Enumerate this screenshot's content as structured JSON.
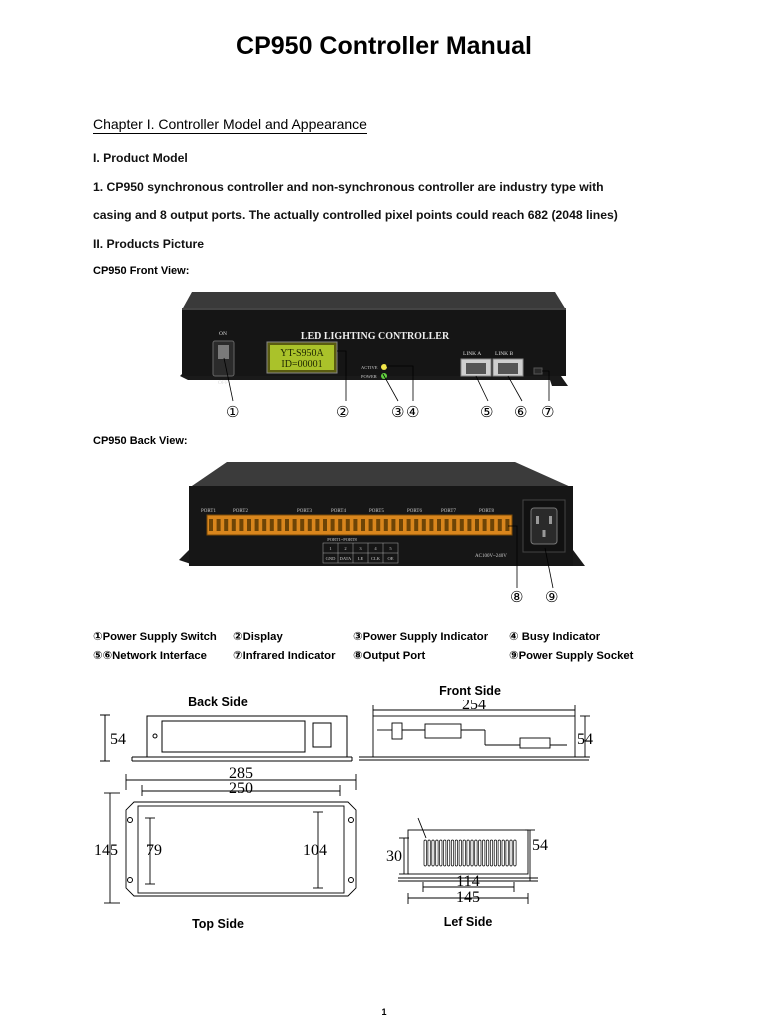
{
  "title": "CP950 Controller Manual",
  "chapter": "Chapter I. Controller Model and Appearance",
  "product_model_heading": "I. Product Model",
  "product_desc_1": "1. CP950 synchronous controller and non-synchronous controller are industry type with",
  "product_desc_2": "casing and 8 output ports. The actually controlled pixel points could reach 682 (2048 lines)",
  "picture_heading": "II. Products Picture",
  "front": {
    "label": "CP950 Front View:",
    "panel_title": "LED LIGHTING CONTROLLER",
    "switch_on": "ON",
    "switch_off": "OFF",
    "lcd_line1": "YT-S950A",
    "lcd_line2": "ID=00001",
    "led_active": "ACTIVE",
    "led_power": "POWER",
    "link_a": "LINK A",
    "link_b": "LINK B",
    "callouts": [
      "①",
      "②",
      "③",
      "④",
      "⑤",
      "⑥",
      "⑦"
    ]
  },
  "back": {
    "label": "CP950 Back View:",
    "ports": [
      "PORT1",
      "PORT2",
      "PORT3",
      "PORT4",
      "PORT5",
      "PORT6",
      "PORT7",
      "PORT8"
    ],
    "pin_header": "PORT1~PORT8",
    "pin_numbers": [
      "1",
      "2",
      "3",
      "4",
      "5"
    ],
    "pin_names": [
      "GND",
      "DATA",
      "LE",
      "CLK",
      "OE"
    ],
    "voltage": "AC100V~240V",
    "callouts": [
      "⑧",
      "⑨"
    ]
  },
  "legend": [
    "①Power Supply Switch",
    "②Display",
    "③Power Supply Indicator",
    "④ Busy Indicator",
    "⑤⑥Network Interface",
    "⑦Infrared Indicator",
    "⑧Output Port",
    "⑨Power Supply Socket"
  ],
  "drawings": {
    "back_side_label": "Back Side",
    "front_side_label": "Front Side",
    "top_side_label": "Top Side",
    "left_side_label": "Lef Side",
    "back_height": "54",
    "front_width": "254",
    "front_height": "54",
    "top_width_outer": "285",
    "top_width_inner": "250",
    "top_height_outer": "145",
    "top_height_inner": "79",
    "top_height_right": "104",
    "left_height_left": "30",
    "left_height_right": "54",
    "left_width_inner": "114",
    "left_width_outer": "145"
  },
  "page_number": "1"
}
